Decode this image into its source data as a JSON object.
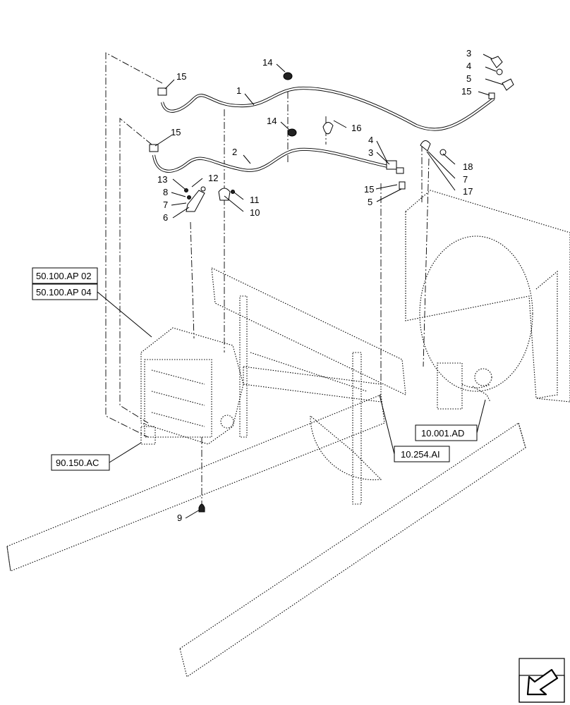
{
  "callouts": [
    {
      "id": "c-15a",
      "label": "15"
    },
    {
      "id": "c-1",
      "label": "1"
    },
    {
      "id": "c-14a",
      "label": "14"
    },
    {
      "id": "c-3a",
      "label": "3"
    },
    {
      "id": "c-4a",
      "label": "4"
    },
    {
      "id": "c-5a",
      "label": "5"
    },
    {
      "id": "c-15b",
      "label": "15"
    },
    {
      "id": "c-14b",
      "label": "14"
    },
    {
      "id": "c-16",
      "label": "16"
    },
    {
      "id": "c-15c",
      "label": "15"
    },
    {
      "id": "c-2",
      "label": "2"
    },
    {
      "id": "c-4b",
      "label": "4"
    },
    {
      "id": "c-3b",
      "label": "3"
    },
    {
      "id": "c-18",
      "label": "18"
    },
    {
      "id": "c-7a",
      "label": "7"
    },
    {
      "id": "c-17",
      "label": "17"
    },
    {
      "id": "c-15d",
      "label": "15"
    },
    {
      "id": "c-5b",
      "label": "5"
    },
    {
      "id": "c-13",
      "label": "13"
    },
    {
      "id": "c-12",
      "label": "12"
    },
    {
      "id": "c-8",
      "label": "8"
    },
    {
      "id": "c-7b",
      "label": "7"
    },
    {
      "id": "c-6",
      "label": "6"
    },
    {
      "id": "c-11",
      "label": "11"
    },
    {
      "id": "c-10",
      "label": "10"
    },
    {
      "id": "c-9",
      "label": "9"
    }
  ],
  "references": {
    "ap02": "50.100.AP 02",
    "ap04": "50.100.AP 04",
    "ac": "90.150.AC",
    "ai": "10.254.AI",
    "ad": "10.001.AD"
  },
  "nav_icon": "next-page-arrow-icon"
}
